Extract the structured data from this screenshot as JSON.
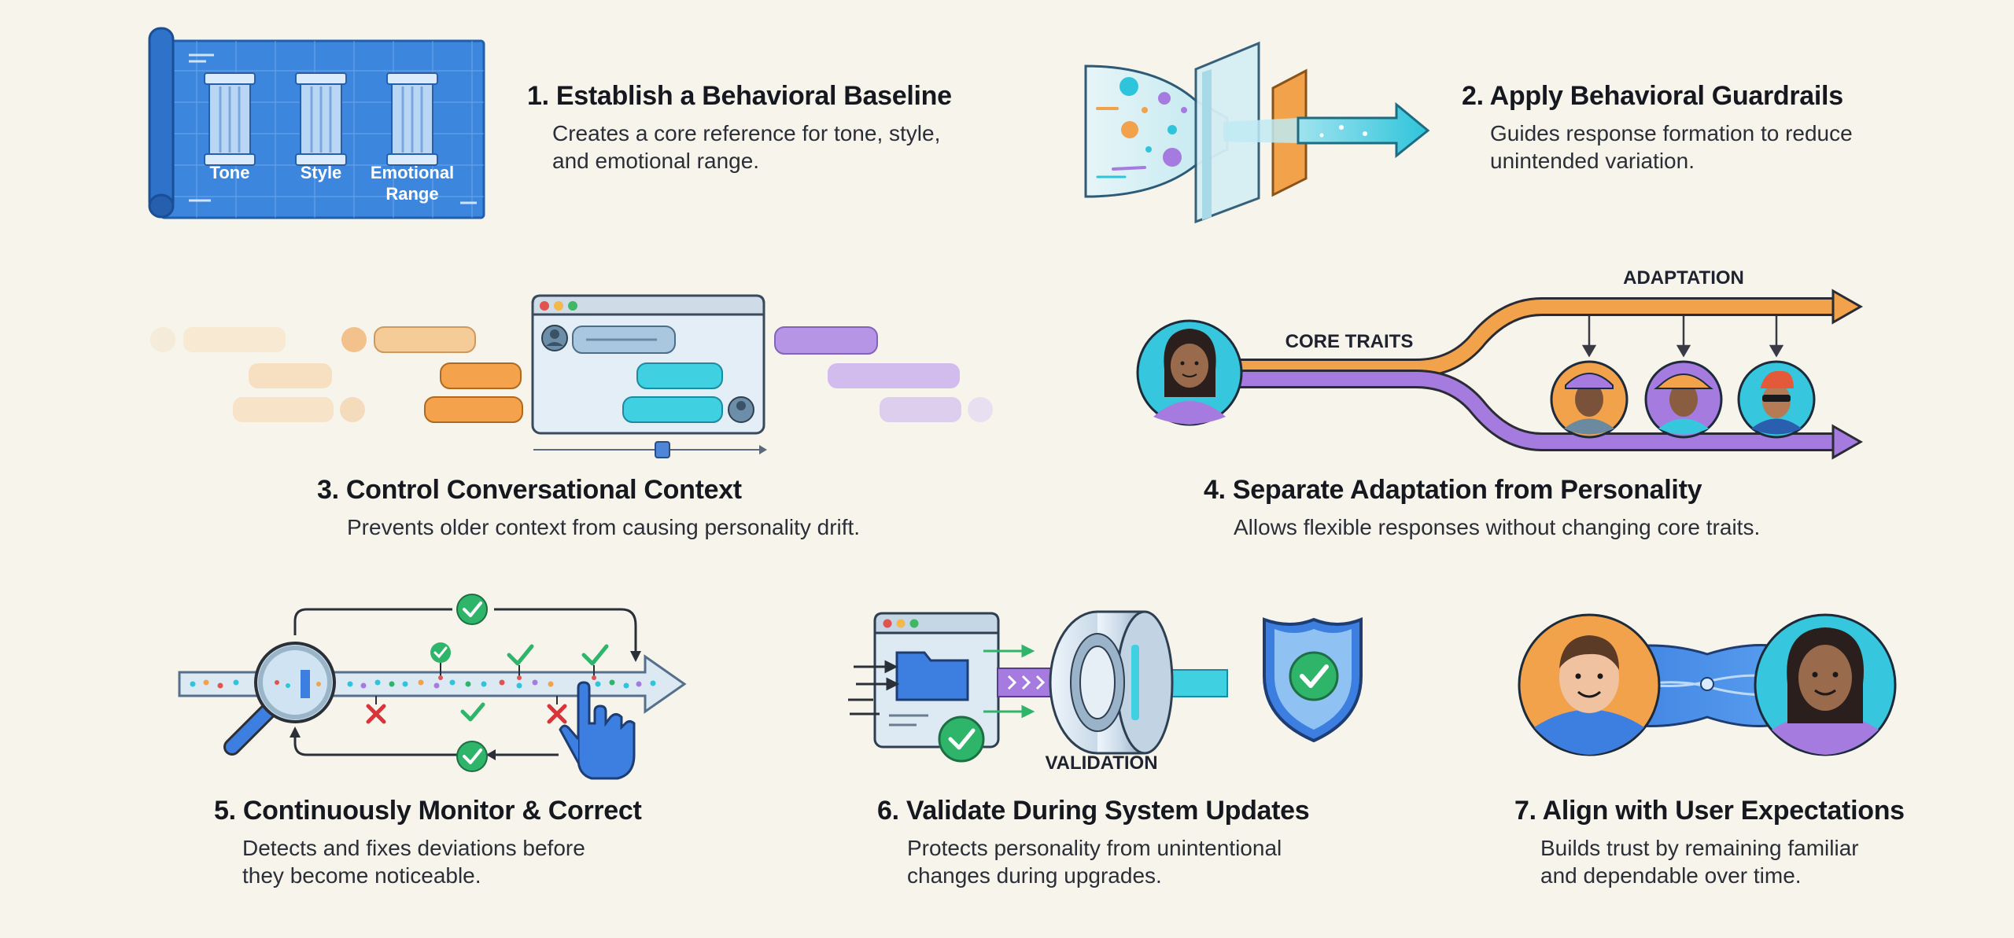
{
  "colors": {
    "background": "#f7f4ec",
    "blueprint": "#3c86dd",
    "orange": "#f2a24a",
    "purple": "#a57be0",
    "cyan": "#36c6dd",
    "green": "#2fb56a",
    "red": "#d9343a",
    "dark_text": "#15181e"
  },
  "steps": [
    {
      "title": "1. Establish a Behavioral Baseline",
      "desc": [
        "Creates a core reference for tone, style,",
        "and emotional range."
      ],
      "labels": {
        "pillar1": "Tone",
        "pillar2": "Style",
        "pillar3_line1": "Emotional",
        "pillar3_line2": "Range"
      }
    },
    {
      "title": "2. Apply Behavioral Guardrails",
      "desc": [
        "Guides response formation to reduce",
        "unintended variation."
      ]
    },
    {
      "title": "3. Control Conversational Context",
      "desc": [
        "Prevents older context from causing personality drift."
      ]
    },
    {
      "title": "4. Separate Adaptation from Personality",
      "desc": [
        "Allows flexible responses without changing core traits."
      ],
      "labels": {
        "adaptation": "ADAPTATION",
        "core": "CORE TRAITS"
      }
    },
    {
      "title": "5. Continuously Monitor & Correct",
      "desc": [
        "Detects and fixes deviations before",
        "they become noticeable."
      ]
    },
    {
      "title": "6. Validate During System Updates",
      "desc": [
        "Protects personality from unintentional",
        "changes during upgrades."
      ],
      "labels": {
        "validation": "VALIDATION"
      }
    },
    {
      "title": "7. Align with User Expectations",
      "desc": [
        "Builds trust by remaining familiar",
        "and dependable over time."
      ]
    }
  ],
  "icons": {
    "blueprint": "blueprint-icon",
    "pillar": "pillar-icon",
    "funnel": "funnel-icon",
    "chat_window": "chat-window-icon",
    "avatar": "avatar-icon",
    "magnifier": "magnifier-icon",
    "check": "check-icon",
    "cross": "cross-icon",
    "hand": "hand-icon",
    "folder": "folder-icon",
    "ring": "ring-icon",
    "shield": "shield-icon"
  }
}
